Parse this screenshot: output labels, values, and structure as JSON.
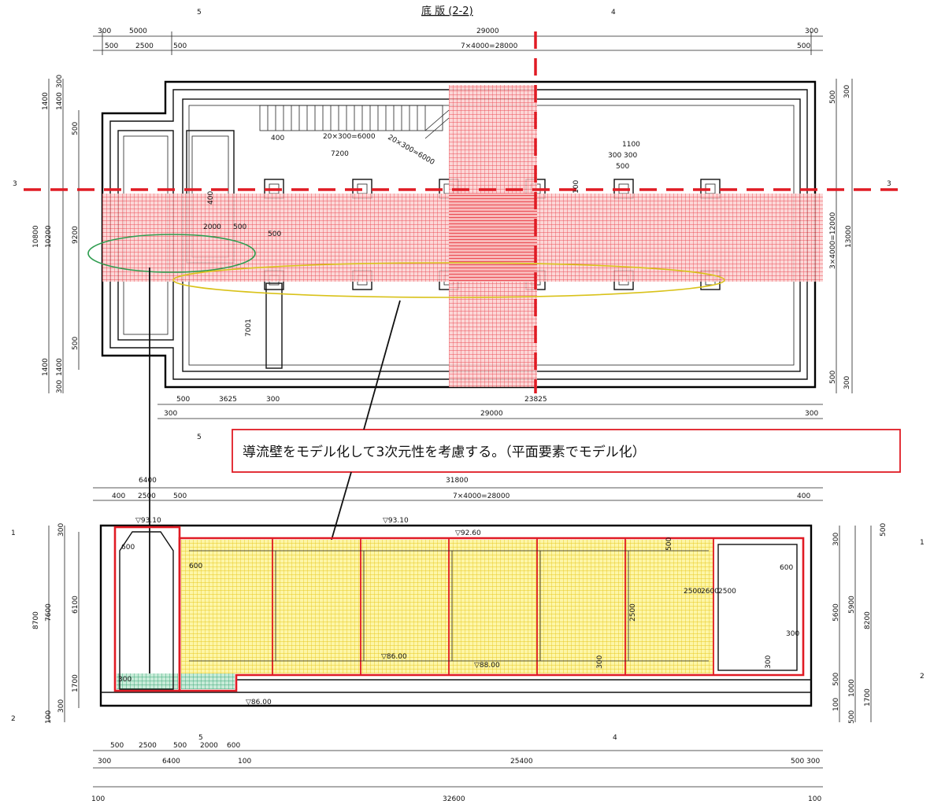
{
  "plan": {
    "title": "底 版 (2-2)",
    "top_dims_row1": [
      "300",
      "5000",
      "29000",
      "300"
    ],
    "top_dims_row2": [
      "500",
      "2500",
      "500",
      "7×4000=28000",
      "500"
    ],
    "left_dims": [
      "300",
      "1400",
      "1400",
      "500",
      "10800",
      "10200",
      "9200",
      "500",
      "1400",
      "1400",
      "300"
    ],
    "right_dims": [
      "300",
      "500",
      "3×4000=12000",
      "13000",
      "500",
      "300"
    ],
    "bottom_dims_row1": [
      "500",
      "3625",
      "300",
      "23825"
    ],
    "bottom_dims_row2": [
      "300",
      "29000",
      "300"
    ],
    "interior_labels": [
      "400",
      "20×300=6000",
      "7200",
      "20×300=6000",
      "1100",
      "300 300",
      "500",
      "2000",
      "500",
      "500",
      "400",
      "7001",
      "100"
    ],
    "section_markers": [
      "3",
      "3",
      "5",
      "4",
      "5"
    ]
  },
  "callout": {
    "text": "導流壁をモデル化して3次元性を考慮する。（平面要素でモデル化）"
  },
  "elevation": {
    "top_dims_row1": [
      "6400",
      "31800"
    ],
    "top_dims_row2": [
      "400",
      "2500",
      "500",
      "7×4000=28000",
      "400"
    ],
    "levels": [
      "▽93.10",
      "▽93.10",
      "▽92.60",
      "▽86.00",
      "▽88.00",
      "▽86.00"
    ],
    "left_dims": [
      "300",
      "8700",
      "7600",
      "6100",
      "1700",
      "100",
      "300"
    ],
    "right_dims": [
      "300",
      "5600",
      "5900",
      "8200",
      "500",
      "1700",
      "100",
      "1000",
      "500",
      "500"
    ],
    "interior_labels": [
      "600",
      "600",
      "600",
      "2500",
      "2600",
      "2500",
      "2500",
      "300",
      "300",
      "300",
      "300",
      "500"
    ],
    "bottom_dims_row1": [
      "500",
      "2500",
      "500",
      "2000",
      "600"
    ],
    "bottom_dims_row2": [
      "300",
      "6400",
      "100",
      "25400",
      "500",
      "300"
    ],
    "bottom_dims_row3": [
      "100",
      "32600",
      "100"
    ],
    "section_markers": [
      "1",
      "2",
      "5",
      "4",
      "1",
      "2"
    ]
  },
  "colors": {
    "red_mesh": "#e8303a",
    "yellow_mesh": "#f3e24a",
    "green_mesh": "#3aa878",
    "ellipse_green": "#2f9d50",
    "ellipse_yellow": "#d9c21a",
    "outline_red": "#e01b24",
    "line_black": "#111111"
  }
}
